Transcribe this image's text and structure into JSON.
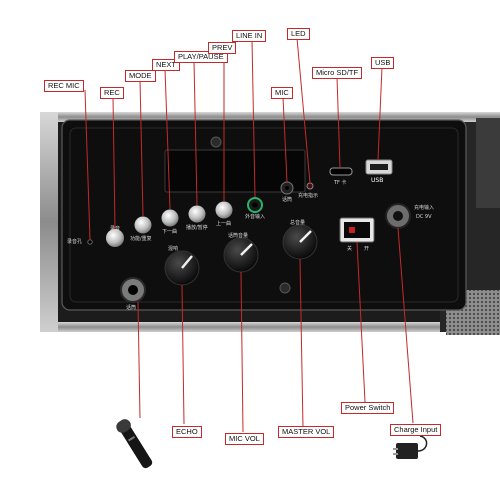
{
  "labels": {
    "rec_mic": "REC MIC",
    "rec": "REC",
    "mode": "MODE",
    "next": "NEXT",
    "play_pause": "PLAY/PAUSE",
    "prev": "PREV",
    "line_in": "LINE IN",
    "led": "LED",
    "mic": "MIC",
    "micro_sd": "Micro SD/TF",
    "usb": "USB",
    "echo": "ECHO",
    "mic_vol": "MIC VOL",
    "master_vol": "MASTER VOL",
    "power_switch": "Power Switch",
    "charge_input": "Charge Input"
  },
  "panel": {
    "usb_text": "USB",
    "tf_text": "TF 卡",
    "dc_text": "DC 9V",
    "dc_cn": "充电输入",
    "sw_off": "关",
    "sw_on": "开",
    "rec_mic_cn": "录音孔",
    "rec_cn": "录音",
    "mode_cn": "功能/重复",
    "next_cn": "下一曲",
    "play_cn": "播放/暂停",
    "prev_cn": "上一曲",
    "line_cn": "外音输入",
    "mic_cn": "话筒",
    "led_cn": "充电指示",
    "mic_jack_cn": "话筒",
    "echo_cn": "混响",
    "micvol_cn": "话筒音量",
    "mastervol_cn": "总音量"
  },
  "colors": {
    "label_border": "#c42a2a",
    "leader_line": "#c42a2a",
    "panel": "#0e0e0e",
    "frame": "#9a9a9a",
    "background": "#ffffff"
  }
}
